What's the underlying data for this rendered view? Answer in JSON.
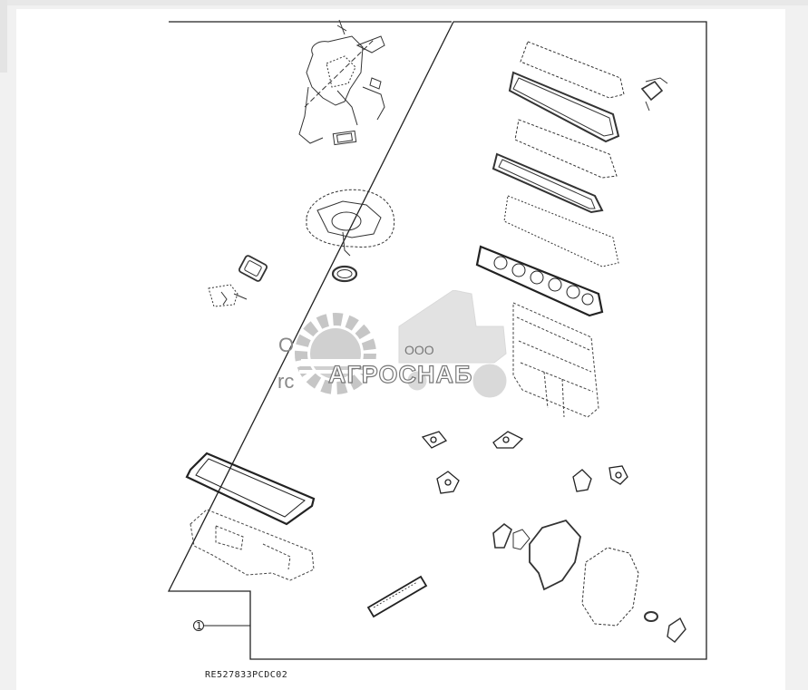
{
  "diagram": {
    "callout": "1",
    "part_code": "RE527833PCDC02"
  },
  "watermark": {
    "prefix": "ООО",
    "brand": "АГРОСНАБ"
  },
  "background_fragments": [
    "O",
    "rc"
  ]
}
